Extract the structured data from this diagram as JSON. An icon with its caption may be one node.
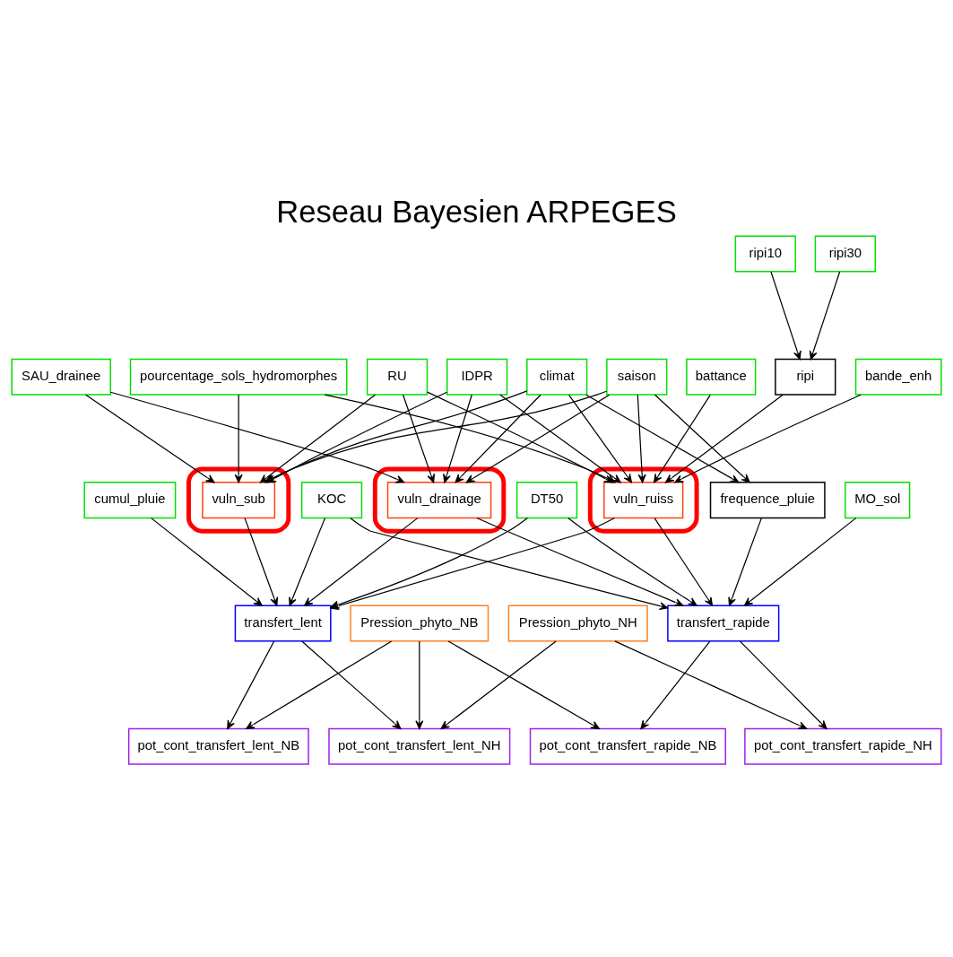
{
  "diagram": {
    "title": "Reseau Bayesien ARPEGES",
    "nodes": [
      {
        "text": [
          "ripi10"
        ]
      },
      {
        "text": [
          "ripi30"
        ]
      },
      {
        "text": [
          "SAU_drainee"
        ]
      },
      {
        "text": [
          "pourcentage_sols_hydromorphes"
        ]
      },
      {
        "text": [
          "RU"
        ]
      },
      {
        "text": [
          "IDPR"
        ]
      },
      {
        "text": [
          "climat"
        ]
      },
      {
        "text": [
          "saison"
        ]
      },
      {
        "text": [
          "battance"
        ]
      },
      {
        "text": [
          "ripi"
        ]
      },
      {
        "text": [
          "bande_enh"
        ]
      },
      {
        "text": [],
        "shape": "box"
      },
      {
        "text": [
          "vuln_sub"
        ],
        "in": 11
      },
      {
        "text": [
          "cumul_pluie"
        ]
      },
      {
        "text": [],
        "shape": "box"
      },
      {
        "text": [
          "vuln_drainage"
        ],
        "in": 14
      },
      {
        "text": [
          "KOC"
        ]
      },
      {
        "text": [
          "DT50"
        ]
      },
      {
        "text": [],
        "shape": "box"
      },
      {
        "text": [
          "vuln_ruiss"
        ],
        "in": 18
      },
      {
        "text": [
          "frequence_pluie"
        ]
      },
      {
        "text": [
          "MO_sol"
        ]
      },
      {
        "text": [
          "transfert_lent"
        ]
      },
      {
        "text": [
          "Pression_phyto_NB"
        ]
      },
      {
        "text": [
          "Pression_phyto_NH"
        ]
      },
      {
        "text": [
          "transfert_rapide"
        ]
      },
      {
        "text": [
          "pot_cont_transfert_lent_NB"
        ]
      },
      {
        "text": [
          "pot_cont_transfert_lent_NH"
        ]
      },
      {
        "text": [
          "pot_cont_transfert_rapide_NB"
        ]
      },
      {
        "text": [
          "pot_cont_transfert_rapide_NH"
        ]
      }
    ],
    "edges": [
      {
        "from": 0,
        "to": 9,
        "arrow": "to"
      },
      {
        "from": 1,
        "to": 9,
        "arrow": "to"
      },
      {
        "from": 2,
        "to": 12,
        "arrow": "to"
      },
      {
        "from": 2,
        "to": 15,
        "arrow": "to"
      },
      {
        "from": 3,
        "to": 12,
        "arrow": "to"
      },
      {
        "from": 3,
        "to": 19,
        "arrow": "to"
      },
      {
        "from": 4,
        "to": 12,
        "arrow": "to"
      },
      {
        "from": 4,
        "to": 15,
        "arrow": "to"
      },
      {
        "from": 4,
        "to": 19,
        "arrow": "to"
      },
      {
        "from": 5,
        "to": 12,
        "arrow": "to"
      },
      {
        "from": 5,
        "to": 15,
        "arrow": "to"
      },
      {
        "from": 5,
        "to": 19,
        "arrow": "to"
      },
      {
        "from": 6,
        "to": 12,
        "arrow": "to"
      },
      {
        "from": 6,
        "to": 15,
        "arrow": "to"
      },
      {
        "from": 6,
        "to": 19,
        "arrow": "to"
      },
      {
        "from": 6,
        "to": 20,
        "arrow": "to"
      },
      {
        "from": 7,
        "to": 12,
        "arrow": "to"
      },
      {
        "from": 7,
        "to": 15,
        "arrow": "to"
      },
      {
        "from": 7,
        "to": 19,
        "arrow": "to"
      },
      {
        "from": 7,
        "to": 20,
        "arrow": "to"
      },
      {
        "from": 8,
        "to": 19,
        "arrow": "to"
      },
      {
        "from": 9,
        "to": 19,
        "arrow": "to"
      },
      {
        "from": 10,
        "to": 19,
        "arrow": "to"
      },
      {
        "from": 12,
        "to": 22,
        "arrow": "to"
      },
      {
        "from": 13,
        "to": 22,
        "arrow": "to"
      },
      {
        "from": 15,
        "to": 22,
        "arrow": "to"
      },
      {
        "from": 15,
        "to": 25,
        "arrow": "to"
      },
      {
        "from": 16,
        "to": 22,
        "arrow": "to"
      },
      {
        "from": 16,
        "to": 25,
        "arrow": "to"
      },
      {
        "from": 17,
        "to": 22,
        "arrow": "to"
      },
      {
        "from": 17,
        "to": 25,
        "arrow": "to"
      },
      {
        "from": 19,
        "to": 22,
        "arrow": "to"
      },
      {
        "from": 19,
        "to": 25,
        "arrow": "to"
      },
      {
        "from": 20,
        "to": 25,
        "arrow": "to"
      },
      {
        "from": 21,
        "to": 25,
        "arrow": "to"
      },
      {
        "from": 22,
        "to": 26,
        "arrow": "to"
      },
      {
        "from": 22,
        "to": 27,
        "arrow": "to"
      },
      {
        "from": 23,
        "to": 26,
        "arrow": "to"
      },
      {
        "from": 23,
        "to": 27,
        "arrow": "to"
      },
      {
        "from": 23,
        "to": 28,
        "arrow": "to"
      },
      {
        "from": 24,
        "to": 27,
        "arrow": "to"
      },
      {
        "from": 24,
        "to": 29,
        "arrow": "to"
      },
      {
        "from": 25,
        "to": 28,
        "arrow": "to"
      },
      {
        "from": 25,
        "to": 29,
        "arrow": "to"
      }
    ]
  }
}
